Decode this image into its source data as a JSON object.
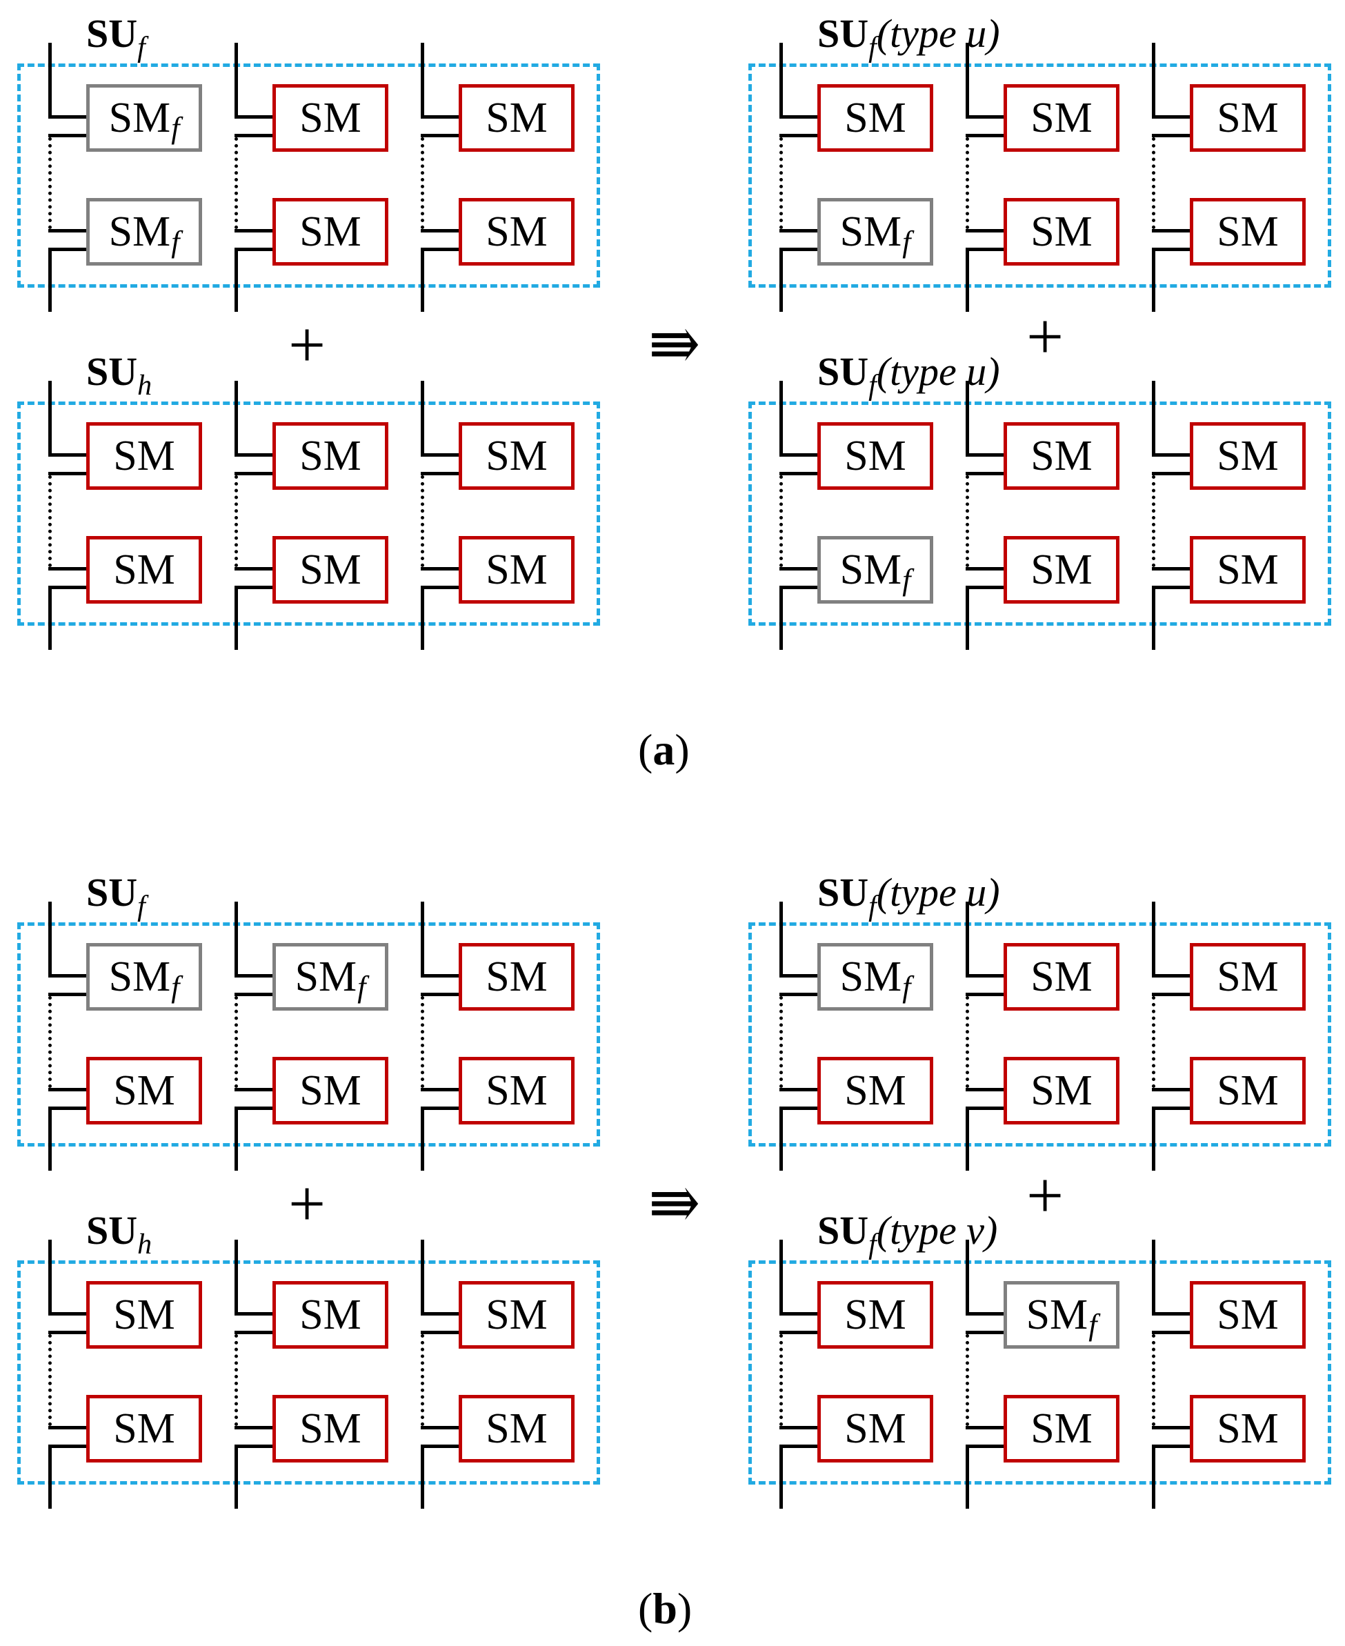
{
  "labels": {
    "su": "SU",
    "sub_f": "f",
    "sub_h": "h",
    "type_u": "(type u)",
    "type_v": "(type v)",
    "sm": "SM",
    "sm_faulty_sub": "f",
    "plus": "+",
    "arrow": "⇛"
  },
  "colors": {
    "healthy_border": "#c00000",
    "faulty_border": "#808080",
    "unit_border": "#22aae2"
  },
  "panels": [
    {
      "label": "a",
      "left_units": [
        {
          "name": "SU",
          "sub": "f",
          "type": "",
          "rows": [
            [
              "faulty",
              "healthy",
              "healthy"
            ],
            [
              "faulty",
              "healthy",
              "healthy"
            ]
          ]
        },
        {
          "name": "SU",
          "sub": "h",
          "type": "",
          "rows": [
            [
              "healthy",
              "healthy",
              "healthy"
            ],
            [
              "healthy",
              "healthy",
              "healthy"
            ]
          ]
        }
      ],
      "right_units": [
        {
          "name": "SU",
          "sub": "f",
          "type": "(type u)",
          "rows": [
            [
              "healthy",
              "healthy",
              "healthy"
            ],
            [
              "faulty",
              "healthy",
              "healthy"
            ]
          ]
        },
        {
          "name": "SU",
          "sub": "f",
          "type": "(type u)",
          "rows": [
            [
              "healthy",
              "healthy",
              "healthy"
            ],
            [
              "faulty",
              "healthy",
              "healthy"
            ]
          ]
        }
      ]
    },
    {
      "label": "b",
      "left_units": [
        {
          "name": "SU",
          "sub": "f",
          "type": "",
          "rows": [
            [
              "faulty",
              "faulty",
              "healthy"
            ],
            [
              "healthy",
              "healthy",
              "healthy"
            ]
          ]
        },
        {
          "name": "SU",
          "sub": "h",
          "type": "",
          "rows": [
            [
              "healthy",
              "healthy",
              "healthy"
            ],
            [
              "healthy",
              "healthy",
              "healthy"
            ]
          ]
        }
      ],
      "right_units": [
        {
          "name": "SU",
          "sub": "f",
          "type": "(type u)",
          "rows": [
            [
              "faulty",
              "healthy",
              "healthy"
            ],
            [
              "healthy",
              "healthy",
              "healthy"
            ]
          ]
        },
        {
          "name": "SU",
          "sub": "f",
          "type": "(type v)",
          "rows": [
            [
              "healthy",
              "faulty",
              "healthy"
            ],
            [
              "healthy",
              "healthy",
              "healthy"
            ]
          ]
        }
      ]
    }
  ]
}
